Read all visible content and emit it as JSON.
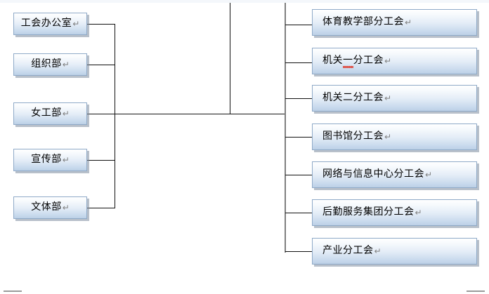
{
  "diagram": {
    "type": "organization-chart",
    "title": "",
    "paragraph_mark": "↵",
    "colors": {
      "box_border": "#8faac8",
      "box_gradient_top": "#ffffff",
      "box_gradient_bottom": "#bcd0e6",
      "box_shadow": "#7d8c9e",
      "connector_black": "#111111",
      "connector_gray": "#7f7f7f",
      "spellcheck_underline": "#e03020",
      "page_background": "#ffffff"
    },
    "left_branch": {
      "name": "departments",
      "nodes": [
        {
          "id": "left-1",
          "label": "工会办公室",
          "mark": "↵",
          "align": "center"
        },
        {
          "id": "left-2",
          "label": "组织部",
          "mark": "↵",
          "align": "center"
        },
        {
          "id": "left-3",
          "label": "女工部",
          "mark": "↵",
          "align": "center"
        },
        {
          "id": "left-4",
          "label": "宣传部",
          "mark": "↵",
          "align": "center"
        },
        {
          "id": "left-5",
          "label": "文体部",
          "mark": "↵",
          "align": "center"
        }
      ]
    },
    "right_branch": {
      "name": "sub-unions",
      "nodes": [
        {
          "id": "right-1",
          "label": "体育教学部分工会",
          "mark": "↵",
          "align": "left",
          "spellcheck": false
        },
        {
          "id": "right-2",
          "label_pre": "机关",
          "label_flag": "一",
          "label_post": "分工会",
          "label": "机关一分工会",
          "mark": "↵",
          "align": "left",
          "spellcheck": true
        },
        {
          "id": "right-3",
          "label": "机关二分工会",
          "mark": "↵",
          "align": "left",
          "spellcheck": false
        },
        {
          "id": "right-4",
          "label": "图书馆分工会",
          "mark": "↵",
          "align": "left",
          "spellcheck": false
        },
        {
          "id": "right-5",
          "label": "网络与信息中心分工会",
          "mark": "↵",
          "align": "left",
          "spellcheck": false
        },
        {
          "id": "right-6",
          "label": "后勤服务集团分工会",
          "mark": "↵",
          "align": "left",
          "spellcheck": false
        },
        {
          "id": "right-7",
          "label": "产业分工会",
          "mark": "↵",
          "align": "left",
          "spellcheck": false
        }
      ]
    }
  }
}
